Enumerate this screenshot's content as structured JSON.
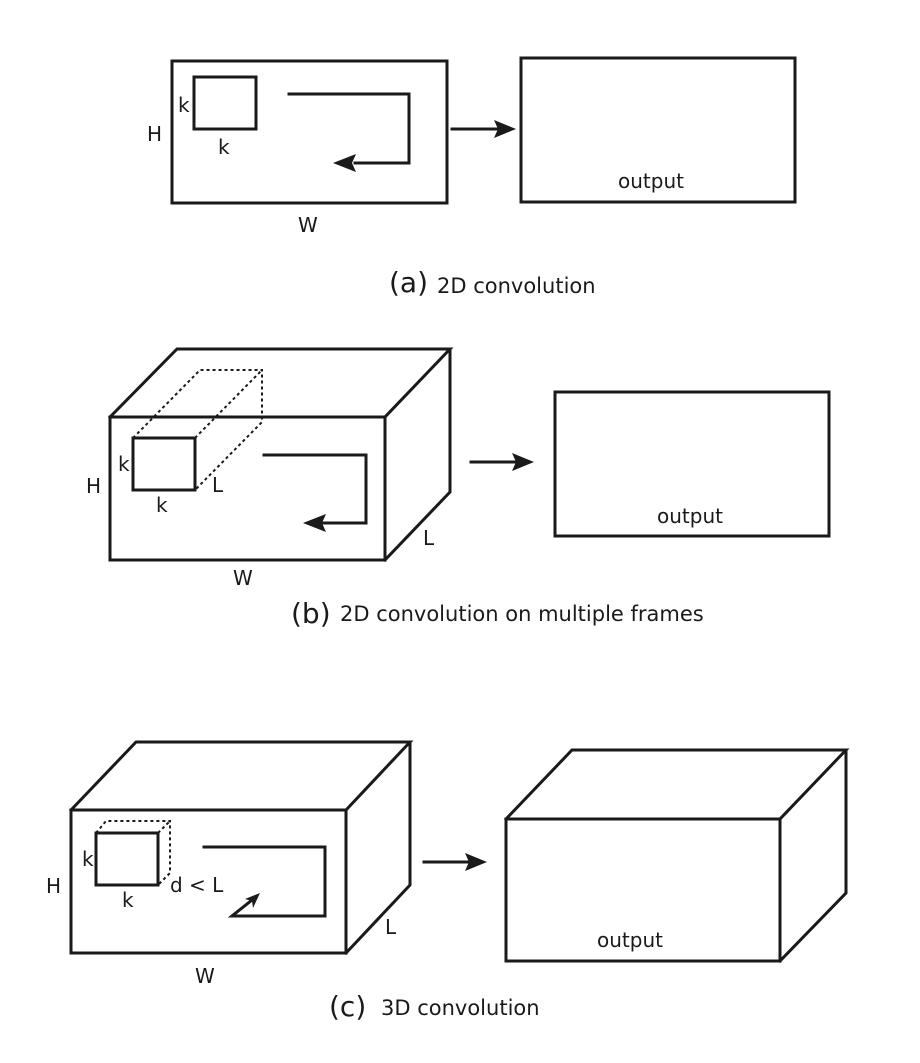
{
  "panel_a": {
    "input_labels": {
      "height": "H",
      "width": "W",
      "kernel_side": "k",
      "kernel_bottom": "k"
    },
    "output_label": "output",
    "caption_letter": "(a)",
    "caption_text": "2D convolution"
  },
  "panel_b": {
    "input_labels": {
      "height": "H",
      "width": "W",
      "kernel_side": "k",
      "kernel_bottom": "k",
      "kernel_depth": "L",
      "volume_depth": "L"
    },
    "output_label": "output",
    "caption_letter": "(b)",
    "caption_text": "2D convolution on multiple frames"
  },
  "panel_c": {
    "input_labels": {
      "height": "H",
      "width": "W",
      "kernel_side": "k",
      "kernel_bottom": "k",
      "kernel_depth": "d < L",
      "volume_depth": "L"
    },
    "output_label": "output",
    "caption_letter": "(c)",
    "caption_text": "3D convolution"
  }
}
